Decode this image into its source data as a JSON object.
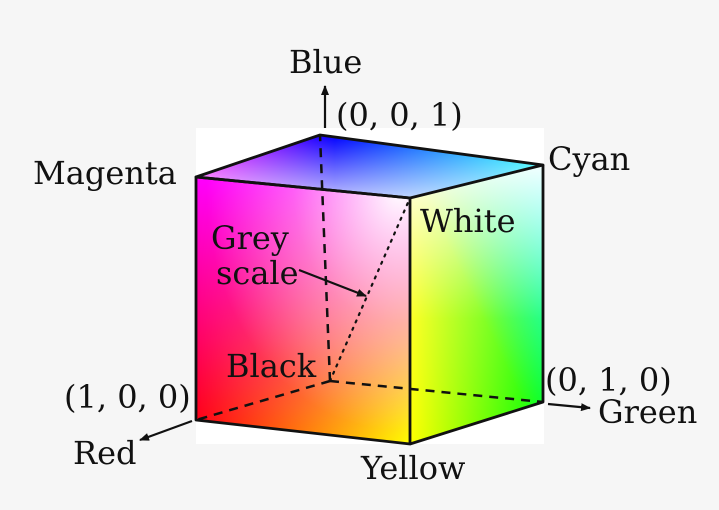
{
  "diagram": {
    "labels": {
      "blue": "Blue",
      "blue_coord": "(0, 0, 1)",
      "magenta": "Magenta",
      "cyan": "Cyan",
      "white": "White",
      "grey_scale_line1": "Grey",
      "grey_scale_line2": "scale",
      "black": "Black",
      "red_coord": "(1, 0, 0)",
      "red": "Red",
      "green_coord": "(0, 1, 0)",
      "green": "Green",
      "yellow": "Yellow"
    },
    "colors": {
      "red": "#ff0000",
      "green": "#00ff00",
      "blue": "#0000ff",
      "cyan": "#00ffff",
      "magenta": "#ff00ff",
      "yellow": "#ffff00",
      "white": "#ffffff",
      "black": "#000000"
    }
  }
}
